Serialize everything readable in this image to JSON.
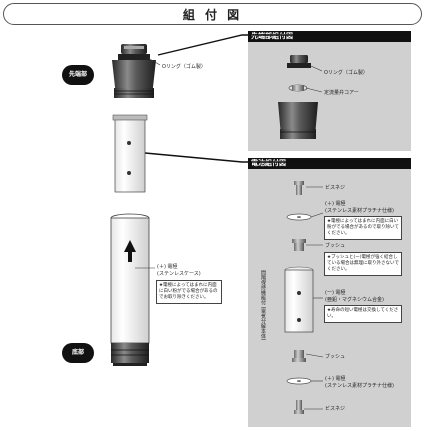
{
  "title": "組 付 図",
  "left": {
    "tip_badge": "先端部",
    "tip_oring": "Oリング（ゴム製）",
    "elec_plus_1": "(＋) 電極",
    "elec_plus_2": "(ステンレスケース)",
    "note": "★電極によってはまれに内面に白い粉がでる場合があるのでお取り除きください。",
    "bottom_badge": "底部"
  },
  "tip_panel": {
    "header": "先端部組付図",
    "oring": "Oリング（ゴム製）",
    "flow_core": "定流量弁コアー"
  },
  "battery_panel": {
    "header": "電池組付図",
    "vertical_label": "間隔保持機能付 (電気分解本体)",
    "screw_top": "ビスネジ",
    "elec_top_1": "(＋) 電極",
    "elec_top_2": "(ステンレス素材プラチナ仕様)",
    "note_top": "★電極によってはまれに内面に白い粉がでる場合があるので取り除いてください。",
    "bush_top": "ブッシュ",
    "note_mid": "★ブッシュと(ー)電極が強く結合している場合は無理に取り外さないでください。",
    "elec_minus_1": "(ー) 電極",
    "elec_minus_2": "(亜鉛・マグネシウム合金)",
    "note_bot": "★寿命の短い電極は交換してください。",
    "bush_bot": "ブッシュ",
    "elec_bot_1": "(＋) 電極",
    "elec_bot_2": "(ステンレス素材プラチナ仕様)",
    "screw_bot": "ビスネジ"
  },
  "colors": {
    "panel_bg": "#d0d0d0",
    "header_bg": "#111111",
    "badge_bg": "#111111"
  }
}
